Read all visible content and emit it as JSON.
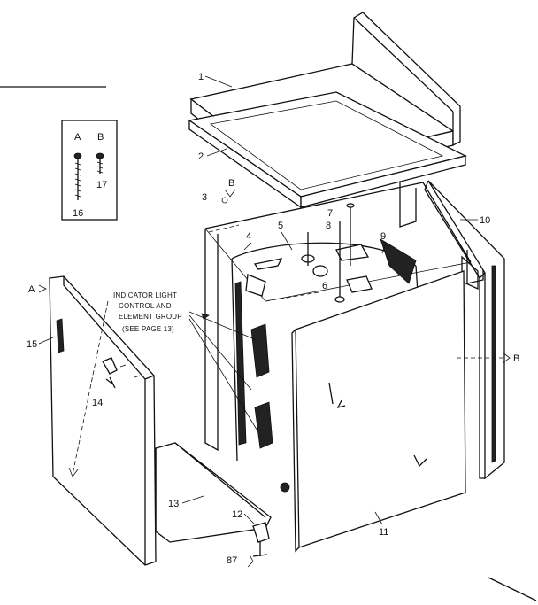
{
  "diagram": {
    "screw_box": {
      "label_a": "A",
      "label_b": "B",
      "part_16": "16",
      "part_17": "17"
    },
    "note": {
      "line1": "INDICATOR LIGHT",
      "line2": "CONTROL AND",
      "line3": "ELEMENT GROUP",
      "line4": "(SEE PAGE 13)"
    },
    "callouts": {
      "p1": "1",
      "p2": "2",
      "p3": "3",
      "p3_letter": "B",
      "p4": "4",
      "p5": "5",
      "p6": "6",
      "p7": "7",
      "p8": "8",
      "p9": "9",
      "p10": "10",
      "p11": "11",
      "p12": "12",
      "p13": "13",
      "p14": "14",
      "p15": "15",
      "pA": "A",
      "pB": "B",
      "p87": "87"
    }
  }
}
